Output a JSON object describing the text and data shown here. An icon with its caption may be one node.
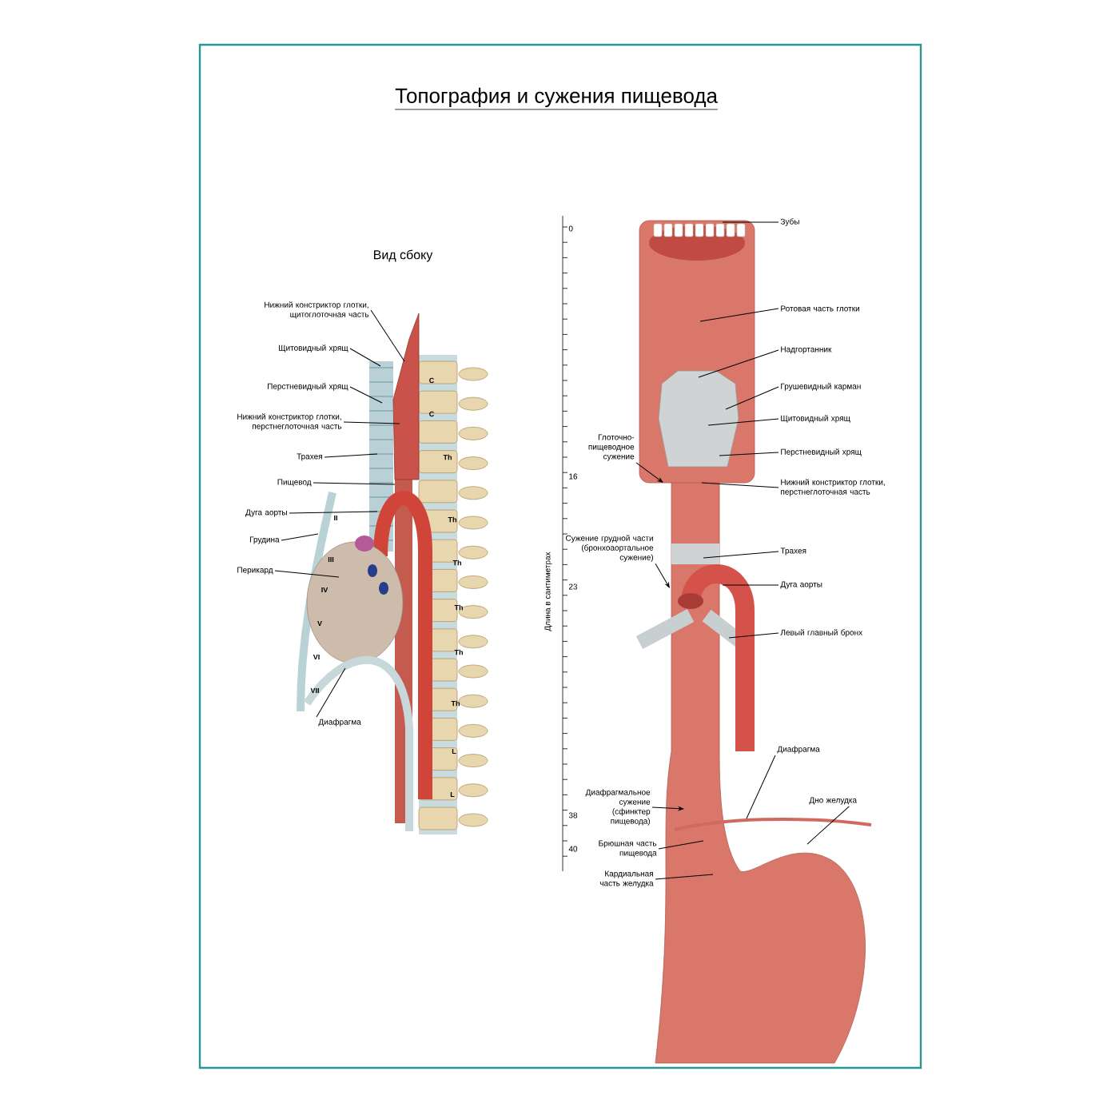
{
  "diagram": {
    "title": "Топография и сужения пищевода",
    "nodes": [
      {
        "text": [
          "Нижний констриктор глотки, щитоглоточная часть"
        ]
      },
      {
        "text": [
          "Щитовидный хрящ"
        ]
      },
      {
        "text": [
          "Перстневидный хрящ"
        ]
      },
      {
        "text": [
          "Нижний констриктор глотки, перстнеглоточная часть"
        ]
      },
      {
        "text": [
          "Трахея"
        ]
      },
      {
        "text": [
          "Пищевод"
        ]
      },
      {
        "text": [
          "Дуга аорты"
        ]
      },
      {
        "text": [
          "Грудина"
        ]
      },
      {
        "text": [
          "Перикард"
        ]
      },
      {
        "text": [
          "Диафрагма"
        ]
      },
      {
        "text": [
          "Зубы"
        ]
      },
      {
        "text": [
          "Ротовая часть глотки"
        ]
      },
      {
        "text": [
          "Надгортанник"
        ]
      },
      {
        "text": [
          "Грушевидный карман"
        ]
      },
      {
        "text": [
          "Щитовидный хрящ"
        ]
      },
      {
        "text": [
          "Перстневидный хрящ"
        ]
      },
      {
        "text": [
          "Нижний констриктор глотки, перстнеглоточная часть"
        ]
      },
      {
        "text": [
          "Трахея"
        ]
      },
      {
        "text": [
          "Дуга аорты"
        ]
      },
      {
        "text": [
          "Левый главный бронх"
        ]
      },
      {
        "text": [
          "Диафрагма"
        ]
      },
      {
        "text": [
          "Дно желудка"
        ]
      },
      {
        "text": [
          "Глоточно-пищеводное сужение"
        ]
      },
      {
        "text": [
          "Сужение грудной части (бронхоаортальное сужение)"
        ]
      },
      {
        "text": [
          "Диафрагмальное сужение (сфинктер пищевода)"
        ]
      },
      {
        "text": [
          "Брюшная часть пищевода"
        ]
      },
      {
        "text": [
          "Кардиальная часть желудка"
        ]
      }
    ],
    "edges": [
      {
        "from": 0,
        "to": null,
        "arrow": "none"
      },
      {
        "from": 1,
        "to": null,
        "arrow": "none"
      },
      {
        "from": 2,
        "to": null,
        "arrow": "none"
      },
      {
        "from": 3,
        "to": null,
        "arrow": "none"
      },
      {
        "from": 4,
        "to": null,
        "arrow": "none"
      },
      {
        "from": 5,
        "to": null,
        "arrow": "none"
      },
      {
        "from": 6,
        "to": null,
        "arrow": "none"
      },
      {
        "from": 7,
        "to": null,
        "arrow": "none"
      },
      {
        "from": 8,
        "to": null,
        "arrow": "none"
      },
      {
        "from": 9,
        "to": null,
        "arrow": "none"
      },
      {
        "from": 10,
        "to": null,
        "arrow": "none"
      },
      {
        "from": 11,
        "to": null,
        "arrow": "none"
      },
      {
        "from": 12,
        "to": null,
        "arrow": "none"
      },
      {
        "from": 13,
        "to": null,
        "arrow": "none"
      },
      {
        "from": 14,
        "to": null,
        "arrow": "none"
      },
      {
        "from": 15,
        "to": null,
        "arrow": "none"
      },
      {
        "from": 16,
        "to": null,
        "arrow": "none"
      },
      {
        "from": 17,
        "to": null,
        "arrow": "none"
      },
      {
        "from": 18,
        "to": null,
        "arrow": "none"
      },
      {
        "from": 19,
        "to": null,
        "arrow": "none"
      },
      {
        "from": 20,
        "to": null,
        "arrow": "none"
      },
      {
        "from": 21,
        "to": null,
        "arrow": "none"
      },
      {
        "from": 22,
        "to": null,
        "arrow": "to"
      },
      {
        "from": 23,
        "to": null,
        "arrow": "to"
      },
      {
        "from": 24,
        "to": null,
        "arrow": "to"
      },
      {
        "from": 25,
        "to": null,
        "arrow": "none"
      },
      {
        "from": 26,
        "to": null,
        "arrow": "none"
      }
    ],
    "labels": [
      "Вид сбоку",
      "0",
      "16",
      "23",
      "38",
      "40",
      "Длина в сантиметрах",
      "C",
      "C",
      "Th",
      "Th",
      "Th",
      "Th",
      "Th",
      "Th",
      "L",
      "L",
      "II",
      "III",
      "IV",
      "V",
      "VI",
      "VII"
    ]
  }
}
